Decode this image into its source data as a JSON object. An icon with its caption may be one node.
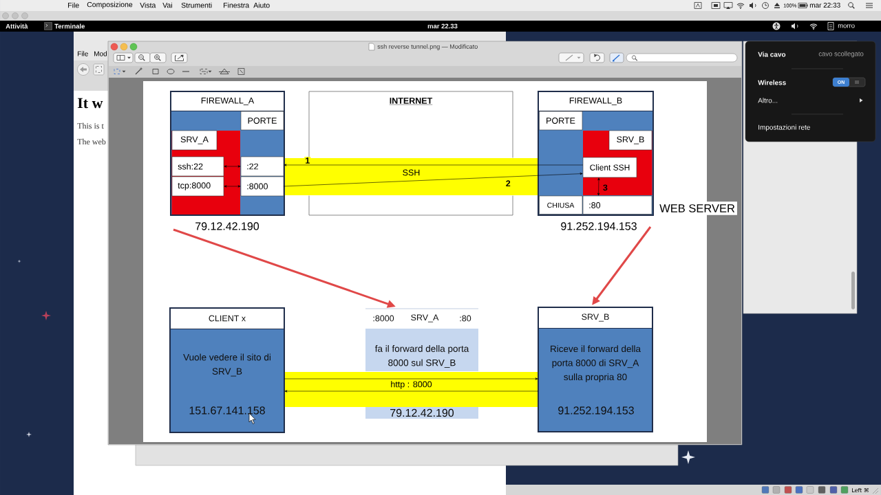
{
  "diagram": {
    "nodes": [
      {
        "text": [
          "FIREWALL_A"
        ],
        "beside": [
          "79.12.42.190"
        ]
      },
      {
        "text": [
          "PORTE"
        ],
        "in": 0
      },
      {
        "text": [
          "SRV_A"
        ],
        "in": 0
      },
      {
        "text": [
          "ssh:22"
        ],
        "in": 0
      },
      {
        "text": [
          ":22"
        ],
        "in": 0
      },
      {
        "text": [
          "tcp:8000"
        ],
        "in": 0
      },
      {
        "text": [
          ":8000"
        ],
        "in": 0
      },
      {
        "text": [
          "INTERNET"
        ]
      },
      {
        "text": [
          "FIREWALL_B"
        ],
        "beside": [
          "91.252.194.153"
        ]
      },
      {
        "text": [
          "PORTE"
        ],
        "in": 8
      },
      {
        "text": [
          "SRV_B"
        ],
        "in": 8
      },
      {
        "text": [
          "Client SSH"
        ],
        "in": 8
      },
      {
        "text": [
          "CHIUSA"
        ],
        "in": 8
      },
      {
        "text": [
          ":80"
        ],
        "in": 8,
        "beside": [
          "WEB SERVER"
        ]
      },
      {
        "text": [
          "CLIENT x",
          "Vuole vedere il sito di SRV_B",
          "151.67.141.158"
        ]
      },
      {
        "text": [
          ":8000",
          "SRV_A",
          ":80",
          "fa il forward della porta 8000 sul SRV_B"
        ],
        "beside": [
          "79.12.42.190"
        ]
      },
      {
        "text": [
          "SRV_B",
          "Riceve il forward della porta 8000 di SRV_A sulla propria 80",
          "91.252.194.153"
        ]
      }
    ],
    "edges": [
      {
        "from": 11,
        "to": 4,
        "arrow": "to",
        "label": "1"
      },
      {
        "from": 6,
        "to": 11,
        "arrow": "to",
        "label": "2"
      },
      {
        "from": 11,
        "to": 13,
        "arrow": "both",
        "label": "3"
      },
      {
        "from": 3,
        "to": 4,
        "arrow": "both"
      },
      {
        "from": 5,
        "to": 6,
        "arrow": "both"
      },
      {
        "from": 0,
        "to": 8,
        "arrow": "none",
        "label": "SSH",
        "style": "thick",
        "color": "#ffff00"
      },
      {
        "from": 0,
        "to": 15,
        "arrow": "to",
        "style": "thick",
        "color": "#e04848"
      },
      {
        "from": 8,
        "to": 16,
        "arrow": "to",
        "style": "thick",
        "color": "#e04848"
      },
      {
        "from": 14,
        "to": 16,
        "arrow": "none",
        "label": "http : 8000",
        "style": "thick",
        "color": "#ffff00"
      },
      {
        "from": 14,
        "to": 16,
        "arrow": "to"
      },
      {
        "from": 16,
        "to": 14,
        "arrow": "to"
      }
    ],
    "labels": [
      "File",
      "Composizione",
      "Vista",
      "Vai",
      "Strumenti",
      "Finestra",
      "Aiuto",
      "100%",
      "mar 22:33",
      "Attività",
      "Terminale",
      "mar 22.33",
      "morro",
      "ssh reverse tunnel.png — Modificato",
      "File",
      "Mod",
      "Via cavo",
      "cavo scollegato",
      "Wireless",
      "ON",
      "It w",
      "Altro...",
      "This is t",
      "Impostazioni rete",
      "The web",
      "Left ⌘"
    ]
  }
}
